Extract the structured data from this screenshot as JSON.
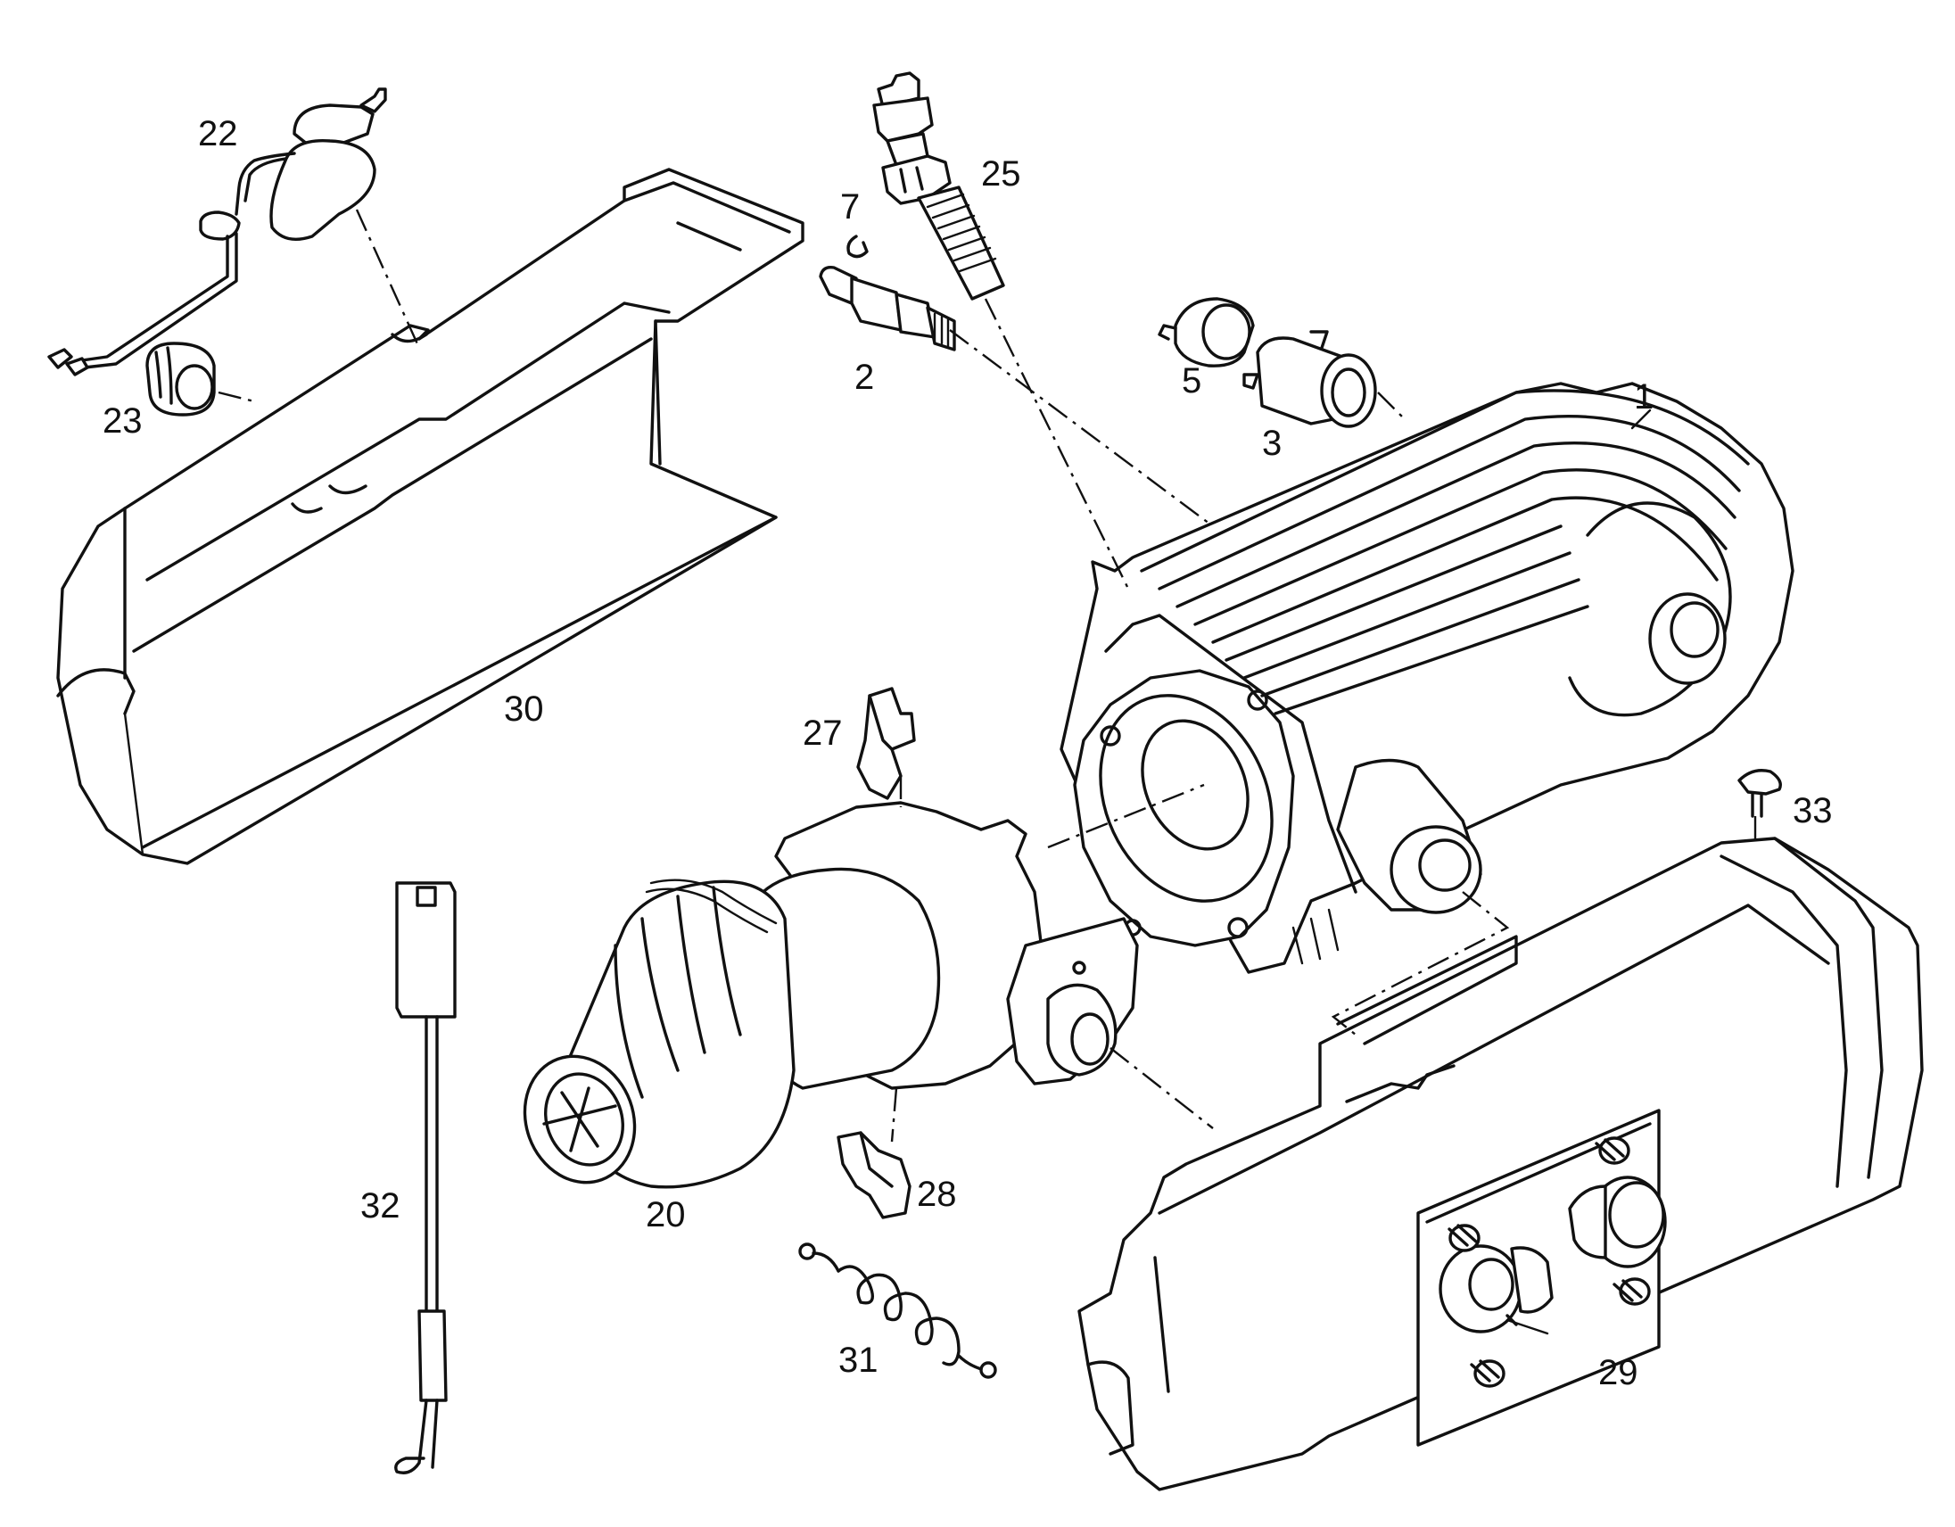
{
  "callouts": {
    "c1": "1",
    "c2": "2",
    "c3": "3",
    "c5": "5",
    "c7": "7",
    "c20": "20",
    "c22": "22",
    "c23": "23",
    "c25": "25",
    "c27": "27",
    "c28": "28",
    "c29": "29",
    "c30": "30",
    "c31": "31",
    "c32": "32",
    "c33": "33"
  }
}
